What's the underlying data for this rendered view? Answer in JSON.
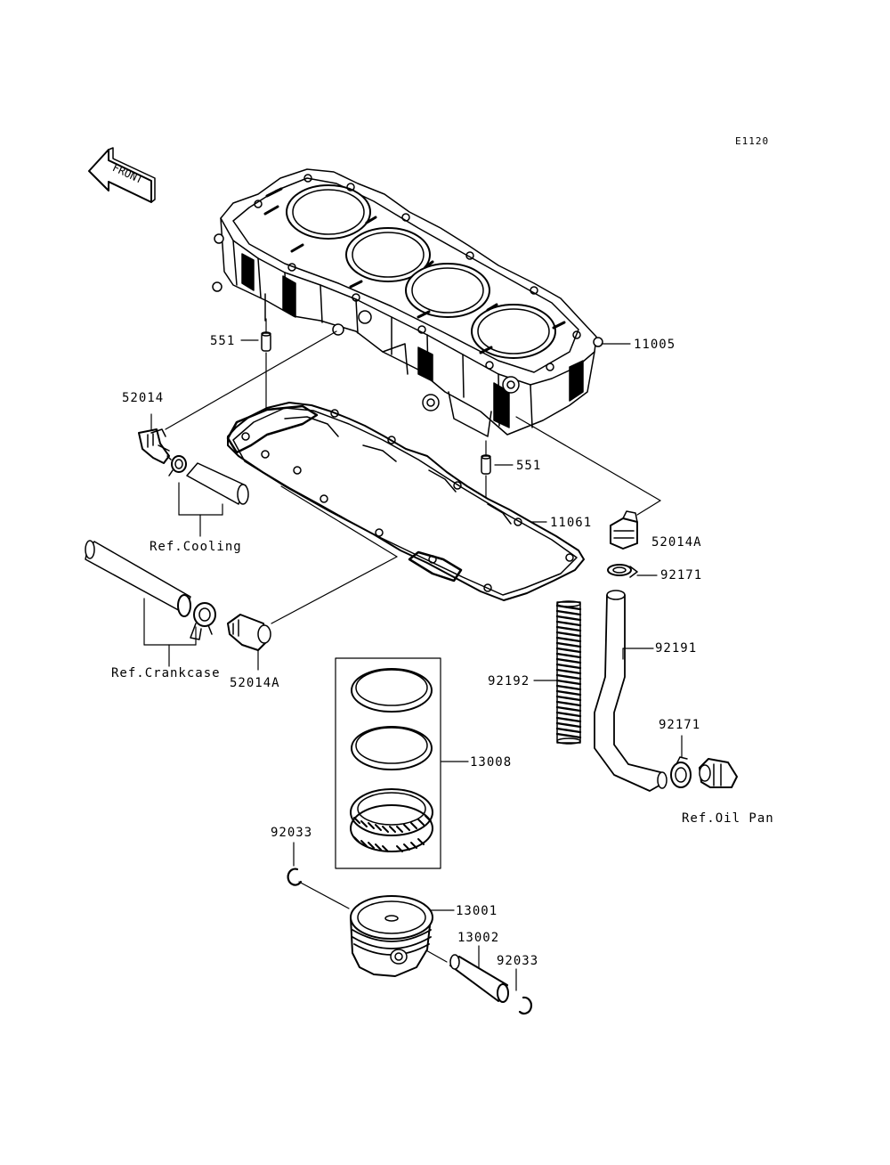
{
  "diagram_code": "E1120",
  "front_indicator": "FRONT",
  "labels": {
    "cylinder": "11005",
    "dowel_left": "551",
    "dowel_right": "551",
    "fitting_left": "52014",
    "fitting_right": "52014A",
    "fitting_lower": "52014A",
    "gasket": "11061",
    "clamp_upper": "92171",
    "clamp_lower": "92171",
    "hose": "92191",
    "spring_hose": "92192",
    "ring_set": "13008",
    "piston": "13001",
    "piston_pin": "13002",
    "circlip_left": "92033",
    "circlip_right": "92033"
  },
  "references": {
    "cooling": "Ref.Cooling",
    "crankcase": "Ref.Crankcase",
    "oil_pan": "Ref.Oil Pan"
  }
}
